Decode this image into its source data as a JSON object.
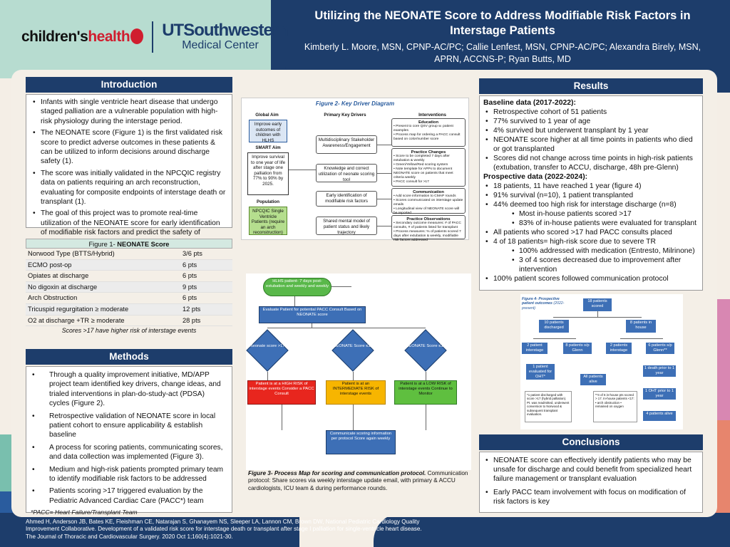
{
  "header": {
    "logo_children": "children's",
    "logo_health": "health",
    "logo_ut": "UTSouthwestern",
    "logo_medical": "Medical Center",
    "title": "Utilizing the NEONATE Score to Address Modifiable Risk Factors in Interstage Patients",
    "authors": "Kimberly L. Moore, MSN, CPNP-AC/PC; Callie Lenfest, MSN, CPNP-AC/PC; Alexandra Birely, MSN, APRN, ACCNS-P; Ryan Butts, MD"
  },
  "intro": {
    "heading": "Introduction",
    "bullets": [
      "Infants with single ventricle heart disease that undergo staged palliation are a vulnerable population with high-risk physiology during the interstage period.",
      "The NEONATE score (Figure 1) is the first validated risk score to predict adverse outcomes in these patients & can be utilized to inform decisions around discharge safety (1).",
      "The score was initially validated in the NPCQIC registry data on patients requiring an arch reconstruction, evaluating for composite endpoints of interstage death or transplant (1).",
      "The goal of this project was to promote real-time utilization of the NEONATE score for early identification of modifiable risk factors and predict the safety of hospital discharge."
    ]
  },
  "table": {
    "title_prefix": "Figure 1- ",
    "title_bold": "NEONATE Score",
    "rows": [
      {
        "label": "Norwood Type (BTTS/Hybrid)",
        "pts": "3/6 pts"
      },
      {
        "label": "ECMO post-op",
        "pts": "6 pts"
      },
      {
        "label": "Opiates at discharge",
        "pts": "6 pts"
      },
      {
        "label": "No digoxin at discharge",
        "pts": "9 pts"
      },
      {
        "label": "Arch Obstruction",
        "pts": "6 pts"
      },
      {
        "label": "Tricuspid regurgitation ≥ moderate",
        "pts": "12 pts"
      },
      {
        "label": "O2 at discharge +TR ≥ moderate",
        "pts": "28 pts"
      }
    ],
    "footer": "Scores >17 have higher risk of interstage events"
  },
  "methods": {
    "heading": "Methods",
    "bullets": [
      "Through a quality improvement initiative, MD/APP project team identified key drivers, change ideas, and trialed interventions in plan-do-study-act (PDSA) cycles (Figure 2).",
      "Retrospective validation of NEONATE score in local patient cohort to ensure applicability & establish baseline",
      "A process for scoring patients, communicating scores, and data collection was implemented (Figure 3).",
      "Medium and high-risk patients prompted primary team to identify modifiable risk factors to be addressed",
      "Patients scoring >17 triggered evaluation by the Pediatric Advanced Cardiac Care (PACC*) team"
    ],
    "footnote": "*PACC= Heart Failure/Transplant Team"
  },
  "reference": "Ahmed H, Anderson JB, Bates KE, Fleishman CE, Natarajan S, Ghanayem NS, Sleeper LA, Lannon CM, Brown DW, National Pediatric Cardiology Quality Improvement Collaborative. Development of a validated risk score for interstage death or transplant after stage I palliation for single-ventricle heart disease. The Journal of Thoracic and Cardiovascular Surgery. 2020 Oct 1;160(4):1021-30.",
  "fig2": {
    "title": "Figure 2- Key Driver Diagram",
    "col_global": "Global Aim",
    "col_drivers": "Primary Key Drivers",
    "col_interventions": "Interventions",
    "global_aim": "Improve early outcomes of children with HLHS",
    "smart_label": "SMART Aim",
    "smart_aim": "Improve survival to one year of life after stage one palliation from 77% to 90% by 2025.",
    "population_label": "Population",
    "population": "NPCQIC Single Ventricle Patients (require an arch reconstruction)",
    "drivers": [
      "Multidisciplinary Stakeholder Awareness/Engagement",
      "Knowledge and correct utilization of neonate scoring tool",
      "Early identification of modifiable risk factors",
      "Shared mental model of patient status and likely trajectory"
    ],
    "interventions": [
      {
        "title": "Education",
        "lines": [
          "• Present to core QSV group w. patient examples",
          "• Process map for ordering a PACC consult based on color/number score"
        ]
      },
      {
        "title": "Practice Changes",
        "lines": [
          "• Score to be completed 7 days after extubation & weekly",
          "• Green/Yellow/Red scoring system",
          "• Note template for APPs to document NEONATE score on patients that meet criteria weekly",
          "• PACC consult for >17"
        ]
      },
      {
        "title": "Communication",
        "lines": [
          "• Add score information to CMAP rounds",
          "• Scores communicated on interstage update emails",
          "• Longitudinal view of NEONATE score will be reported"
        ]
      },
      {
        "title": "Practice Observations",
        "lines": [
          "• Secondary outcome measures: # of PACC consults, # of patients listed for transplant",
          "• Process measures: % of patients scored 7 days after extubation & weekly, modifiable risk factors addressed"
        ]
      }
    ]
  },
  "fig3": {
    "start": "HLHS patient- 7 days post-extubation and weekly and weekly",
    "evaluate": "Evaluate Patient for potential PACC Consult Based on NEONATE score",
    "d1": "Neonate score >17",
    "d2": "NEONATE Score ≤12",
    "d3": "NEONATE Score ≤12",
    "high": "Patient is at a HIGH RISK of interstage events Consider a PACC Consult",
    "mid": "Patient is at an INTERMEDIATE RISK of interstage events",
    "low": "Patient is at a LOW RISK of interstage events Continue to Monitor",
    "communicate": "Communicate scoring information per protocol Score again weekly",
    "caption_bold": "Figure 3- Process Map for scoring and communication protocol.",
    "caption_rest": "Communication protocol: Share scores via weekly interstage update email, with primary & ACCU cardiologists, ICU team & during performance rounds."
  },
  "results": {
    "heading": "Results",
    "baseline_heading": "Baseline data (2017-2022):",
    "baseline": [
      "Retrospective cohort of 51 patients",
      "77% survived to 1 year of age",
      "4% survived but underwent transplant by 1 year",
      "NEONATE score higher at all time points in patients who died or got transplanted",
      "Scores did not change across time points in high-risk patients (extubation, transfer to ACCU, discharge, 48h pre-Glenn)"
    ],
    "prospective_heading": "Prospective data (2022-2024):",
    "prospective_a": [
      "18 patients, 11 have reached 1 year (figure 4)",
      "91% survival (n=10), 1 patient transplanted",
      "44% deemed too high risk for interstage discharge (n=8)"
    ],
    "sub_a": [
      "Most in-house patients scored >17",
      "83% of in-house patients were evaluated for transplant"
    ],
    "prospective_b": [
      "All patients who scored >17 had PACC consults placed",
      "4 of 18 patients= high-risk score due to severe TR"
    ],
    "sub_b": [
      "100% addressed with medication (Entresto, Milrinone)",
      "3 of 4 scores decreased due to improvement after intervention"
    ],
    "prospective_c": [
      "100% patient scores followed communication protocol"
    ]
  },
  "fig4": {
    "title": "Figure 4- Prospective patient outcomes",
    "title_sub": "(2022-present)",
    "n18": "18 patients scored",
    "n10": "10 patients discharged",
    "n8": "8 patients in house",
    "n2a": "2 patient interstage",
    "n8b": "8 patients s/p Glenn",
    "n2b": "2 patients interstage",
    "n6": "6 patients s/p Glenn**",
    "n1": "1 patient evaluated for OHT*",
    "alive": "All patients alive",
    "death": "1 death prior to 1 year",
    "oht": "1 OHT prior to 1 year",
    "alive4": "4 patients alive",
    "note1": "*1 patient discharged with score >17 (hybrid palliation). Pt. was readmitted, underwent conversion to Norwood & subsequent transplant evaluation.",
    "note2": "**4 of 6 in-house pts scored > 17. In-house patients <17: • arch obstruction • remained on oxygen"
  },
  "conclusions": {
    "heading": "Conclusions",
    "bullets": [
      "NEONATE score can effectively identify patients who may be unsafe for discharge and could benefit from specialized heart failure management or transplant evaluation",
      "Early PACC team involvement with focus on modification of risk factors is key"
    ]
  }
}
